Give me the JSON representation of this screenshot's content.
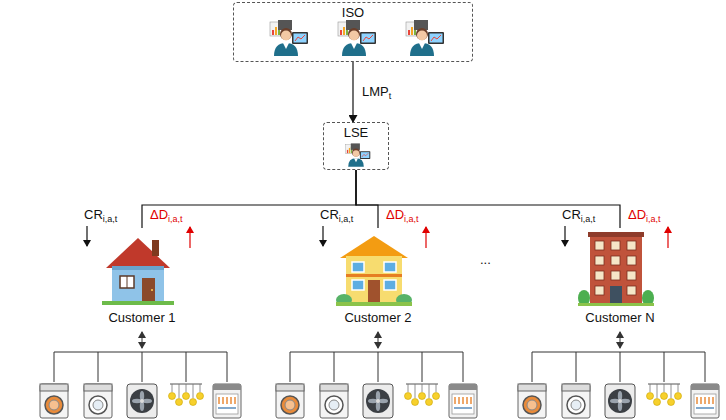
{
  "diagram": {
    "nodes": [
      {
        "text": [
          "ISO"
        ]
      },
      {
        "text": [
          "LSE"
        ]
      },
      {
        "text": [
          "Customer 1"
        ]
      },
      {
        "text": [
          "Customer 2"
        ]
      },
      {
        "text": [
          "Customer N"
        ]
      }
    ],
    "edges": [
      {
        "from": 0,
        "to": 1,
        "arrow": "to"
      },
      {
        "from": 1,
        "to": 2,
        "arrow": "none"
      },
      {
        "from": 1,
        "to": 3,
        "arrow": "none"
      },
      {
        "from": 1,
        "to": 4,
        "arrow": "none"
      }
    ],
    "labels": [
      "LMP",
      "t",
      "CR",
      "i,a,t",
      "ΔD",
      "i,a,t",
      "CR",
      "i,a,t",
      "ΔD",
      "i,a,t",
      "CR",
      "i,a,t",
      "ΔD",
      "i,a,t",
      "..."
    ]
  }
}
